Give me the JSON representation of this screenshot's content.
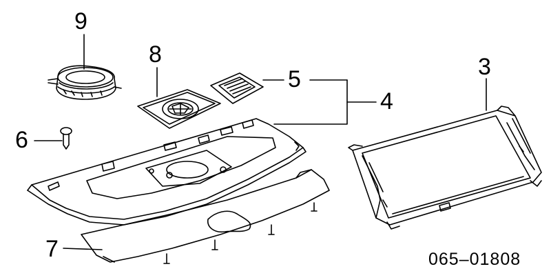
{
  "callouts": {
    "c3": "3",
    "c4": "4",
    "c5": "5",
    "c6": "6",
    "c7": "7",
    "c8": "8",
    "c9": "9"
  },
  "diagram_code": "065–01808",
  "line_color": "#000000",
  "background": "#ffffff"
}
